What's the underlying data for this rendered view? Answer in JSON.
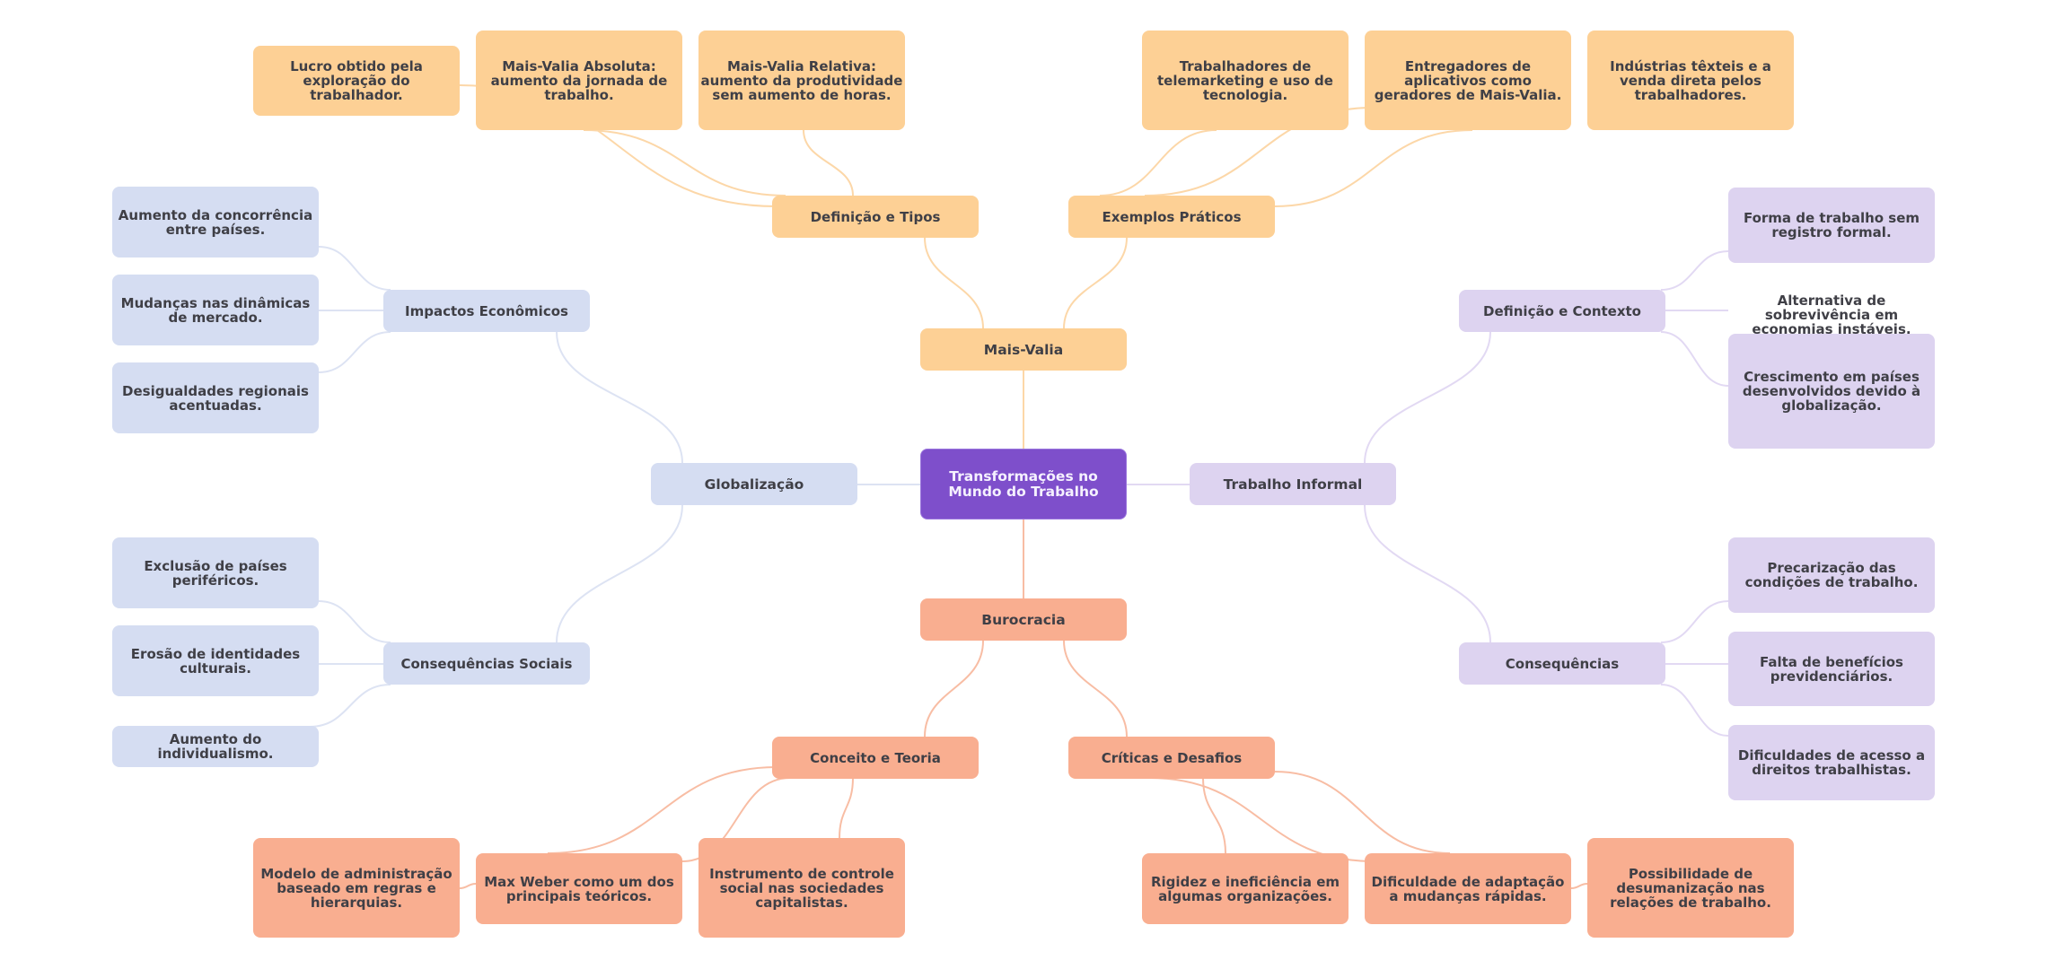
{
  "colors": {
    "root": "#7e4fcb",
    "mais_valia": "#fdd095",
    "burocracia": "#f9ae90",
    "globalizacao": "#d5ddf2",
    "trabalho_informal": "#ddd3f0",
    "edge_mais_valia": "#fcd7a8",
    "edge_burocracia": "#f8bda4",
    "edge_globalizacao": "#dde3f3",
    "edge_trabalho_informal": "#e2d9f3",
    "text": "#3f3f46"
  },
  "root": {
    "label": "Transformações no Mundo do Trabalho"
  },
  "branches": {
    "mais_valia": {
      "label": "Mais-Valia",
      "subs": [
        {
          "label": "Definição e Tipos",
          "leaves": [
            "Lucro obtido pela exploração do trabalhador.",
            "Mais-Valia Absoluta: aumento da jornada de trabalho.",
            "Mais-Valia Relativa: aumento da produtividade sem aumento de horas."
          ]
        },
        {
          "label": "Exemplos Práticos",
          "leaves": [
            "Trabalhadores de telemarketing e uso de tecnologia.",
            "Entregadores de aplicativos como geradores de Mais-Valia.",
            "Indústrias têxteis e a venda direta pelos trabalhadores."
          ]
        }
      ]
    },
    "burocracia": {
      "label": "Burocracia",
      "subs": [
        {
          "label": "Conceito e Teoria",
          "leaves": [
            "Modelo de administração baseado em regras e hierarquias.",
            "Max Weber como um dos principais teóricos.",
            "Instrumento de controle social nas sociedades capitalistas."
          ]
        },
        {
          "label": "Críticas e Desafios",
          "leaves": [
            "Rigidez e ineficiência em algumas organizações.",
            "Dificuldade de adaptação a mudanças rápidas.",
            "Possibilidade de desumanização nas relações de trabalho."
          ]
        }
      ]
    },
    "globalizacao": {
      "label": "Globalização",
      "subs": [
        {
          "label": "Impactos Econômicos",
          "leaves": [
            "Aumento da concorrência entre países.",
            "Mudanças nas dinâmicas de mercado.",
            "Desigualdades regionais acentuadas."
          ]
        },
        {
          "label": "Consequências Sociais",
          "leaves": [
            "Exclusão de países periféricos.",
            "Erosão de identidades culturais.",
            "Aumento do individualismo."
          ]
        }
      ]
    },
    "trabalho_informal": {
      "label": "Trabalho Informal",
      "subs": [
        {
          "label": "Definição e Contexto",
          "leaves": [
            "Forma de trabalho sem registro formal.",
            "Alternativa de sobrevivência em economias instáveis.",
            "Crescimento em países desenvolvidos devido à globalização."
          ]
        },
        {
          "label": "Consequências",
          "leaves": [
            "Precarização das condições de trabalho.",
            "Falta de benefícios previdenciários.",
            "Dificuldades de acesso a direitos trabalhistas."
          ]
        }
      ]
    }
  }
}
